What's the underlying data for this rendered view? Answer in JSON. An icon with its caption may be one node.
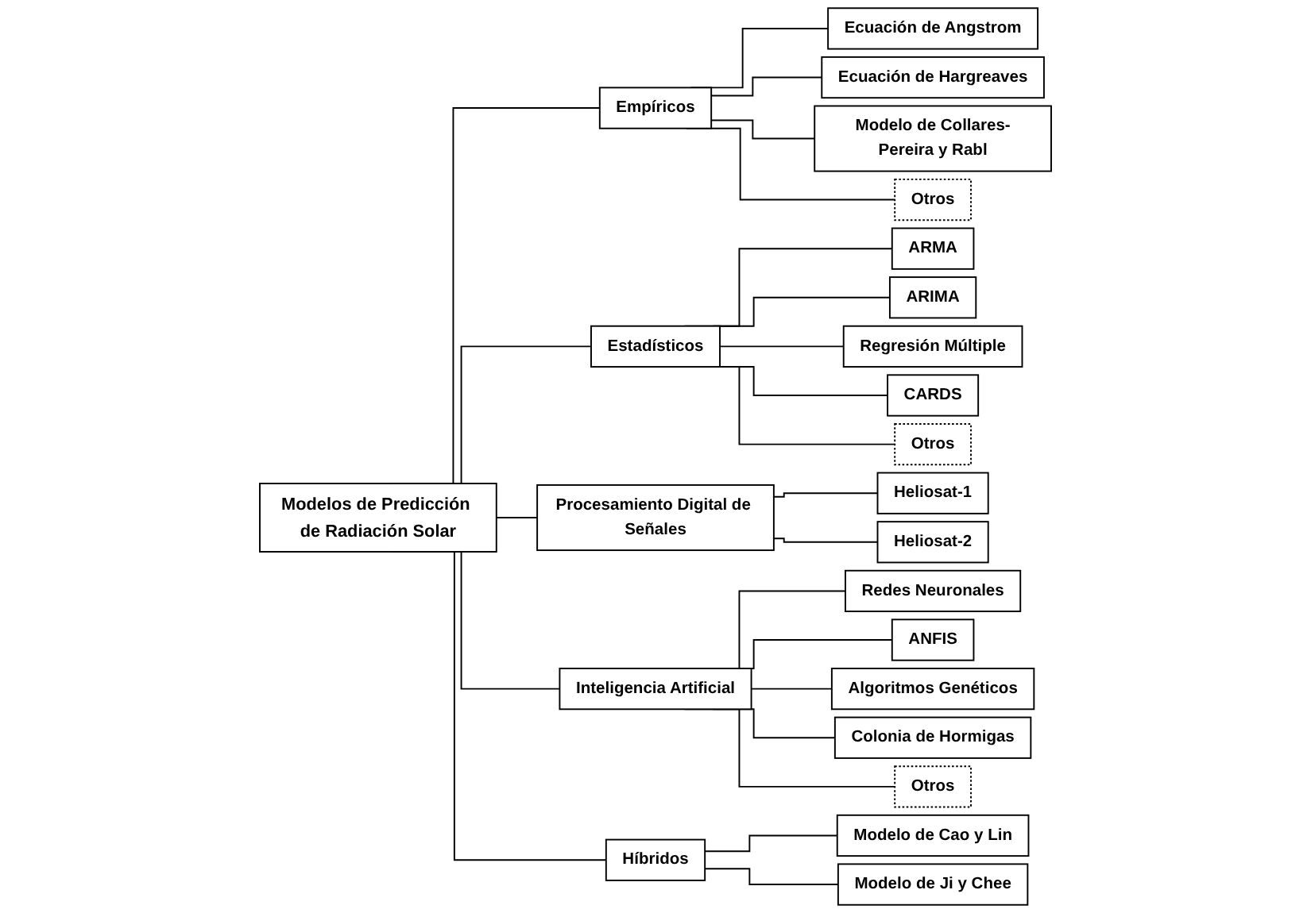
{
  "diagram": {
    "nodes": [
      {
        "text": [
          "Modelos de Predicción de Radiación Solar"
        ]
      },
      {
        "text": [
          "Empíricos"
        ]
      },
      {
        "text": [
          "Estadísticos"
        ]
      },
      {
        "text": [
          "Procesamiento Digital de Señales"
        ]
      },
      {
        "text": [
          "Inteligencia Artificial"
        ]
      },
      {
        "text": [
          "Híbridos"
        ]
      },
      {
        "text": [
          "Ecuación de Angstrom"
        ]
      },
      {
        "text": [
          "Ecuación de Hargreaves"
        ]
      },
      {
        "text": [
          "Modelo de Collares-Pereira y Rabl"
        ]
      },
      {
        "text": [
          "Otros"
        ]
      },
      {
        "text": [
          "ARMA"
        ]
      },
      {
        "text": [
          "ARIMA"
        ]
      },
      {
        "text": [
          "Regresión Múltiple"
        ]
      },
      {
        "text": [
          "CARDS"
        ]
      },
      {
        "text": [
          "Otros"
        ]
      },
      {
        "text": [
          "Heliosat-1"
        ]
      },
      {
        "text": [
          "Heliosat-2"
        ]
      },
      {
        "text": [
          "Redes Neuronales"
        ]
      },
      {
        "text": [
          "ANFIS"
        ]
      },
      {
        "text": [
          "Algoritmos Genéticos"
        ]
      },
      {
        "text": [
          "Colonia de Hormigas"
        ]
      },
      {
        "text": [
          "Otros"
        ]
      },
      {
        "text": [
          "Modelo de Cao y Lin"
        ]
      },
      {
        "text": [
          "Modelo de Ji y Chee"
        ]
      }
    ],
    "edges": [
      {
        "from": 0,
        "to": 1,
        "arrow": "none"
      },
      {
        "from": 0,
        "to": 2,
        "arrow": "none"
      },
      {
        "from": 0,
        "to": 3,
        "arrow": "none"
      },
      {
        "from": 0,
        "to": 4,
        "arrow": "none"
      },
      {
        "from": 0,
        "to": 5,
        "arrow": "none"
      },
      {
        "from": 1,
        "to": 6,
        "arrow": "none"
      },
      {
        "from": 1,
        "to": 7,
        "arrow": "none"
      },
      {
        "from": 1,
        "to": 8,
        "arrow": "none"
      },
      {
        "from": 1,
        "to": 9,
        "arrow": "none"
      },
      {
        "from": 2,
        "to": 10,
        "arrow": "none"
      },
      {
        "from": 2,
        "to": 11,
        "arrow": "none"
      },
      {
        "from": 2,
        "to": 12,
        "arrow": "none"
      },
      {
        "from": 2,
        "to": 13,
        "arrow": "none"
      },
      {
        "from": 2,
        "to": 14,
        "arrow": "none"
      },
      {
        "from": 3,
        "to": 15,
        "arrow": "none"
      },
      {
        "from": 3,
        "to": 16,
        "arrow": "none"
      },
      {
        "from": 4,
        "to": 17,
        "arrow": "none"
      },
      {
        "from": 4,
        "to": 18,
        "arrow": "none"
      },
      {
        "from": 4,
        "to": 19,
        "arrow": "none"
      },
      {
        "from": 4,
        "to": 20,
        "arrow": "none"
      },
      {
        "from": 4,
        "to": 21,
        "arrow": "none"
      },
      {
        "from": 5,
        "to": 22,
        "arrow": "none"
      },
      {
        "from": 5,
        "to": 23,
        "arrow": "none"
      }
    ]
  }
}
